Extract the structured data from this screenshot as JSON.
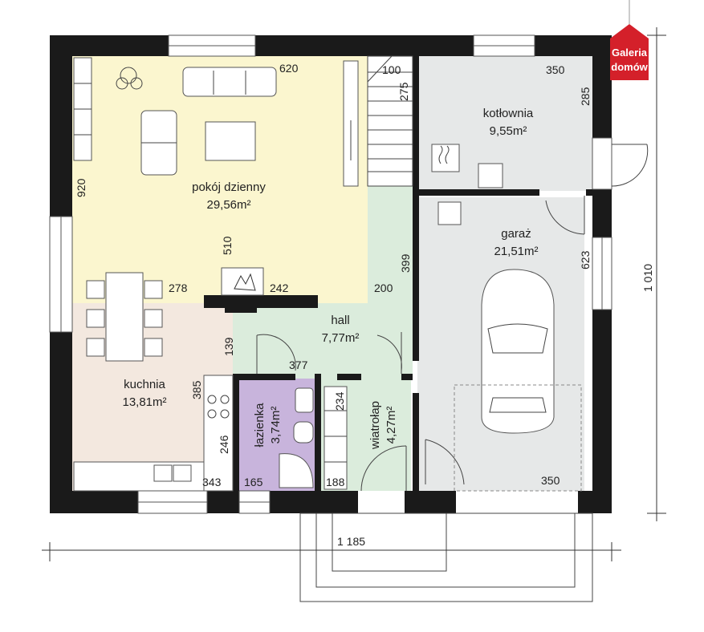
{
  "rooms": {
    "living": {
      "name": "pokój dzienny",
      "area": "29,56m²",
      "fill": "#fbf6cf"
    },
    "kitchen": {
      "name": "kuchnia",
      "area": "13,81m²",
      "fill": "#f3e8df"
    },
    "hall": {
      "name": "hall",
      "area": "7,77m²",
      "fill": "#dbecdc"
    },
    "bathroom": {
      "name": "łazienka",
      "area": "3,74m²",
      "fill": "#c8b4dc"
    },
    "vestibule": {
      "name": "wiatrołap",
      "area": "4,27m²",
      "fill": "#dbecdc"
    },
    "boiler": {
      "name": "kotłownia",
      "area": "9,55m²",
      "fill": "#e6e8e8"
    },
    "garage": {
      "name": "garaż",
      "area": "21,51m²",
      "fill": "#e6e8e8"
    }
  },
  "dimensions": {
    "d620": "620",
    "d100": "100",
    "d275": "275",
    "d350_top": "350",
    "d285": "285",
    "d920": "920",
    "d510": "510",
    "d278": "278",
    "d242": "242",
    "d200": "200",
    "d399": "399",
    "d139": "139",
    "d377": "377",
    "d385": "385",
    "d246": "246",
    "d234": "234",
    "d343": "343",
    "d165": "165",
    "d188": "188",
    "d350_bottom": "350",
    "d623": "623",
    "d1010": "1 010",
    "d1185": "1 185"
  },
  "logo": {
    "line1": "Galeria",
    "line2": "domów",
    "color": "#d4202a"
  }
}
